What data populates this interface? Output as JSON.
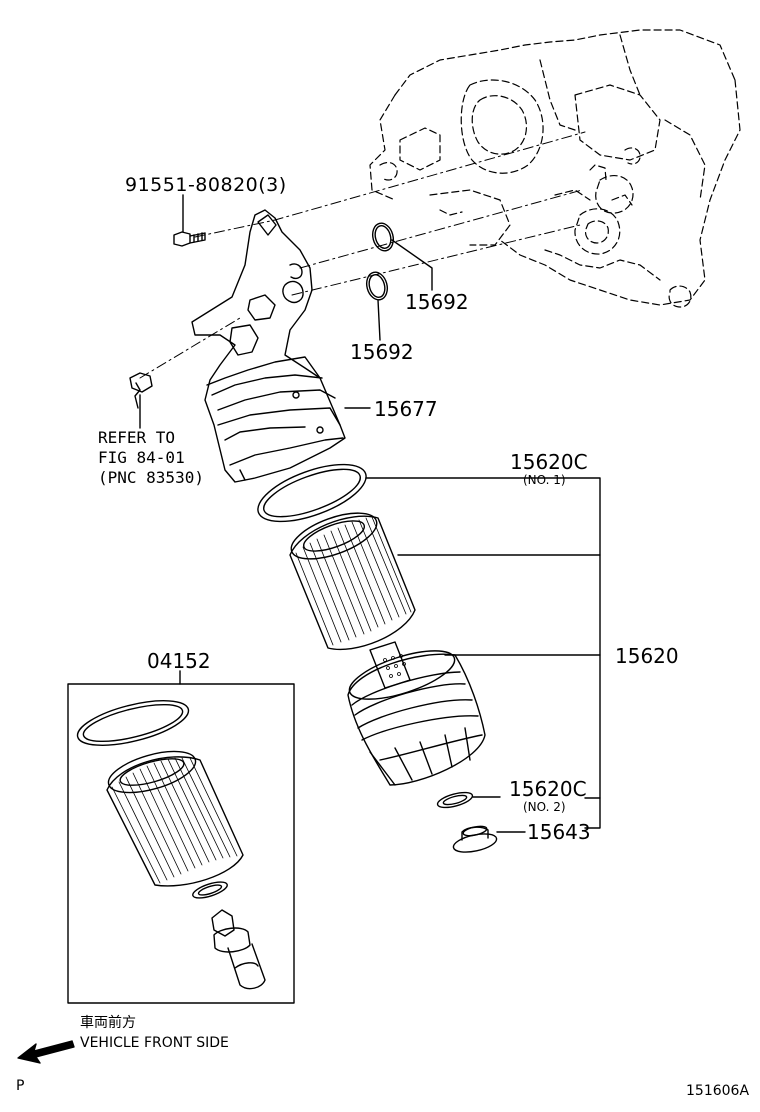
{
  "parts": {
    "bolt": "91551-80820(3)",
    "oring_upper": "15692",
    "oring_lower": "15692",
    "housing": "15677",
    "gasket_no1": "15620C",
    "gasket_no1_sub": "(NO. 1)",
    "assembly": "15620",
    "gasket_no2": "15620C",
    "gasket_no2_sub": "(NO. 2)",
    "plug": "15643",
    "element_kit": "04152"
  },
  "refer_note": {
    "line1": "REFER TO",
    "line2": "FIG 84-01",
    "line3": "(PNC 83530)"
  },
  "direction": {
    "japanese": "車両前方",
    "english": "VEHICLE FRONT SIDE"
  },
  "corner_mark": "P",
  "figure_id": "151606A"
}
